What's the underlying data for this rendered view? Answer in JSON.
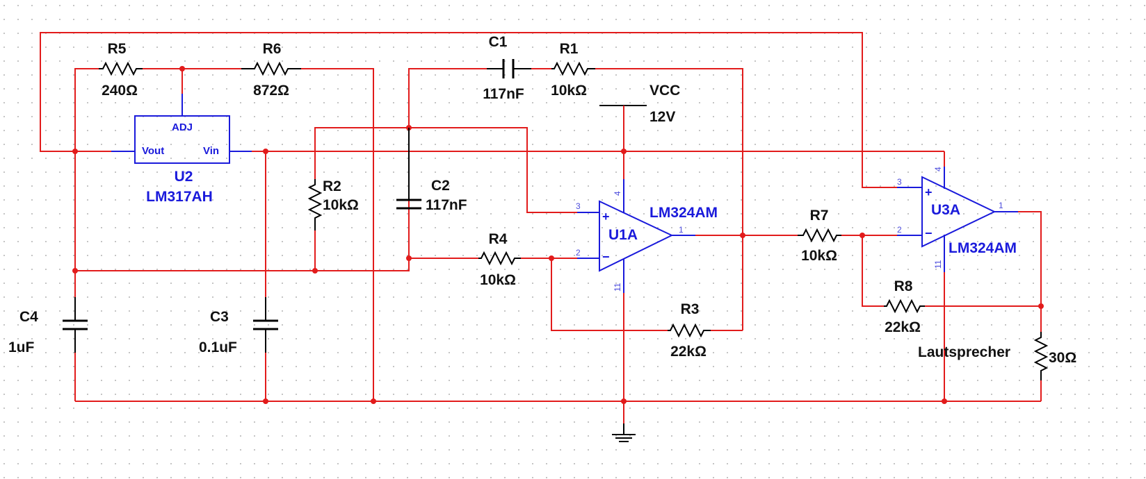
{
  "components": {
    "r5": {
      "ref": "R5",
      "value": "240Ω"
    },
    "r6": {
      "ref": "R6",
      "value": "872Ω"
    },
    "c1": {
      "ref": "C1",
      "value": "117nF"
    },
    "r1": {
      "ref": "R1",
      "value": "10kΩ"
    },
    "vcc": {
      "ref": "VCC",
      "value": "12V"
    },
    "u2": {
      "ref": "U2",
      "part": "LM317AH",
      "pin_adj": "ADJ",
      "pin_vout": "Vout",
      "pin_vin": "Vin"
    },
    "r2": {
      "ref": "R2",
      "value": "10kΩ"
    },
    "c2": {
      "ref": "C2",
      "value": "117nF"
    },
    "u1a": {
      "ref": "U1A",
      "part": "LM324AM",
      "plus": "+",
      "minus": "−",
      "pin_plus": "3",
      "pin_minus": "2",
      "pin_out": "1",
      "pin_vcc": "4",
      "pin_gnd": "11"
    },
    "u3a": {
      "ref": "U3A",
      "part": "LM324AM",
      "plus": "+",
      "minus": "−",
      "pin_plus": "3",
      "pin_minus": "2",
      "pin_out": "1",
      "pin_vcc": "4",
      "pin_gnd": "11"
    },
    "r4": {
      "ref": "R4",
      "value": "10kΩ"
    },
    "r7": {
      "ref": "R7",
      "value": "10kΩ"
    },
    "r3": {
      "ref": "R3",
      "value": "22kΩ"
    },
    "r8": {
      "ref": "R8",
      "value": "22kΩ"
    },
    "c4": {
      "ref": "C4",
      "value": "1uF"
    },
    "c3": {
      "ref": "C3",
      "value": "0.1uF"
    },
    "speaker": {
      "ref": "Lautsprecher",
      "value": "30Ω"
    }
  },
  "colors": {
    "wire": "#e21b1b",
    "part": "#1a1adb",
    "passive": "#000000",
    "grid": "#9a9a9a"
  }
}
